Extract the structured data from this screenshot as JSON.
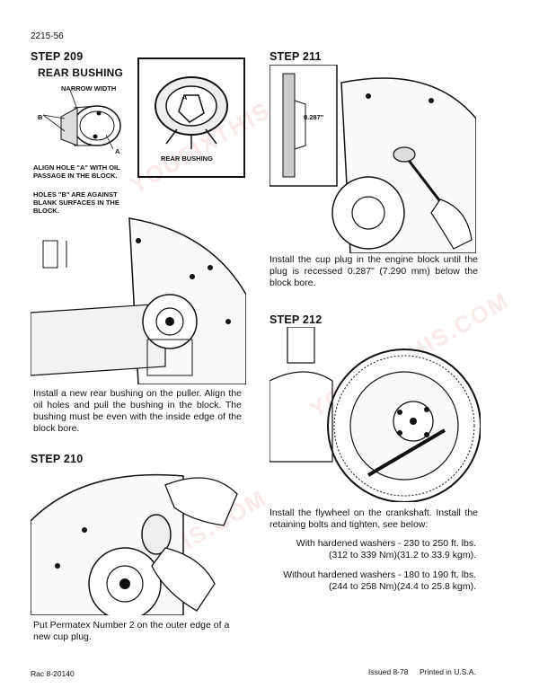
{
  "header": {
    "page_number": "2215-56"
  },
  "step209": {
    "heading": "STEP 209",
    "subheading": "REAR BUSHING",
    "label_narrow": "NARROW WIDTH",
    "label_b": "B",
    "label_a": "A",
    "inset_label_a": "A",
    "inset_caption": "REAR BUSHING",
    "note1": "ALIGN HOLE \"A\" WITH OIL PASSAGE IN THE BLOCK.",
    "note2": "HOLES \"B\" ARE AGAINST BLANK SURFACES IN THE BLOCK.",
    "body": "Install a new rear bushing on the puller. Align the oil holes and pull the bushing in the block. The bushing must be even with the inside edge of the block bore."
  },
  "step210": {
    "heading": "STEP 210",
    "body": "Put Permatex Number 2 on the outer edge of a new cup plug."
  },
  "step211": {
    "heading": "STEP 211",
    "dimension": "0.287\"",
    "body": "Install the cup plug in the engine block until the plug is recessed 0.287\" (7.290 mm) below the block bore."
  },
  "step212": {
    "heading": "STEP 212",
    "body": "Install the flywheel on the crankshaft. Install the retaining bolts and tighten, see below:",
    "spec1_line1": "With hardened washers - 230 to 250 ft. lbs.",
    "spec1_line2": "(312 to 339 Nm)(31.2 to 33.9 kgm).",
    "spec2_line1": "Without hardened washers - 180 to 190 ft. lbs.",
    "spec2_line2": "(244 to 258 Nm)(24.4 to 25.8 kgm)."
  },
  "footer": {
    "left": "Rac 8-20140",
    "issued": "Issued 8-78",
    "printed": "Printed in U.S.A."
  },
  "watermark": {
    "text": "YOUFIXTHIS.COM"
  }
}
